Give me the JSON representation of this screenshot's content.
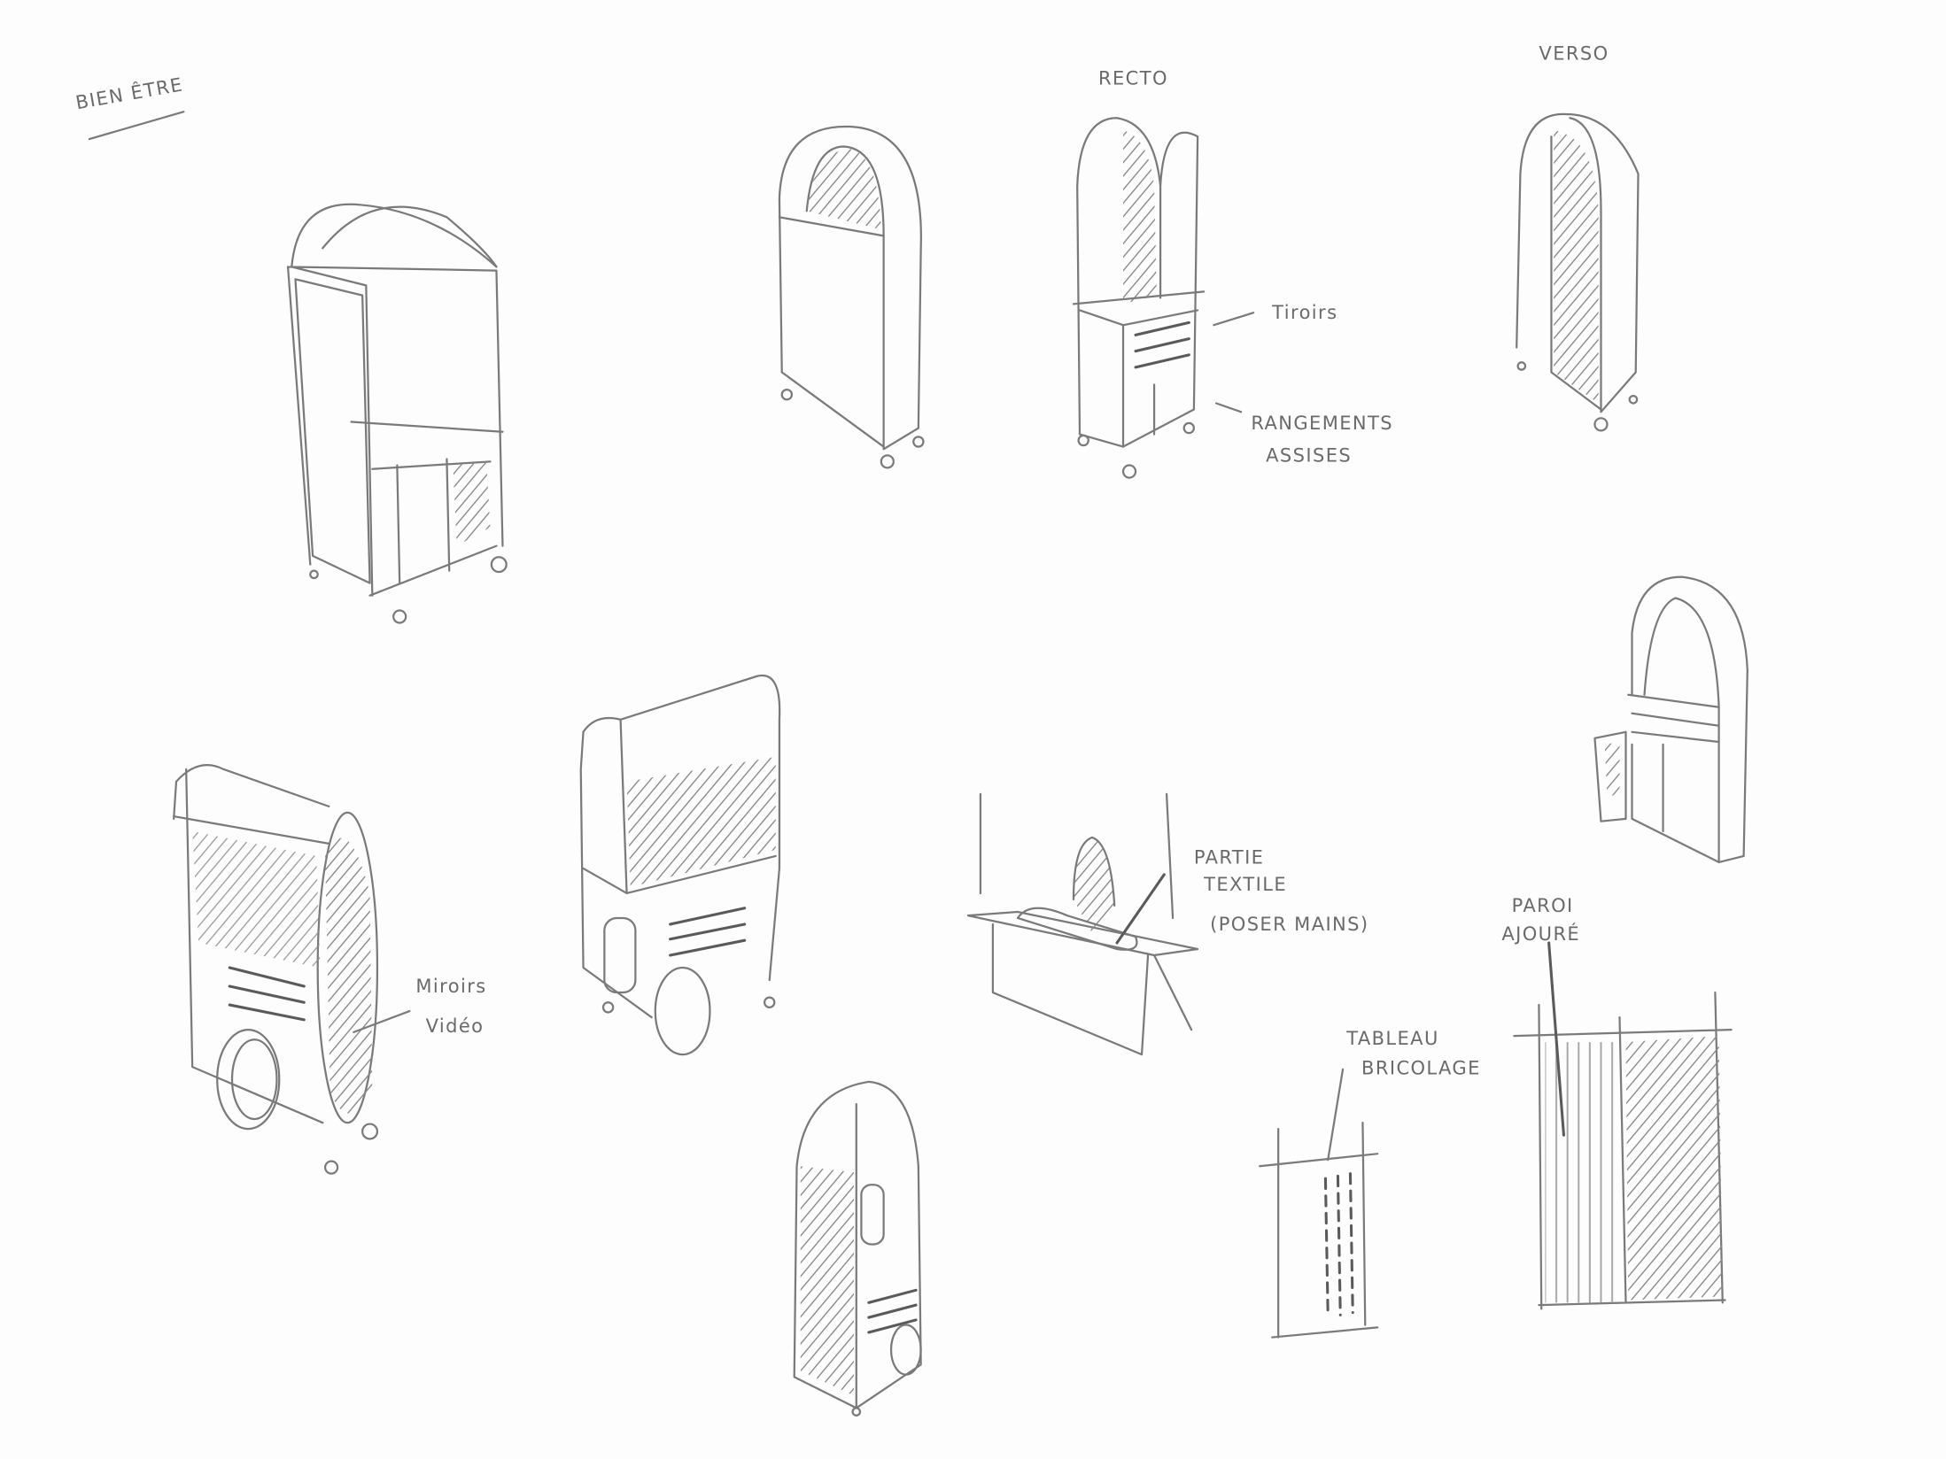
{
  "title": "BIEN ÊTRE",
  "labels": {
    "recto": "RECTO",
    "verso": "VERSO",
    "tiroirs": "Tiroirs",
    "rangements": "RANGEMENTS",
    "assises": "ASSISES",
    "miroirs": "Miroirs",
    "video": "Vidéo",
    "partie": "PARTIE",
    "textile": "TEXTILE",
    "poser_mains": "(POSER MAINS)",
    "tableau": "TABLEAU",
    "bricolage": "BRICOLAGE",
    "paroi": "PAROI",
    "ajoure": "AJOURÉ"
  },
  "colors": {
    "pencil": "#7a7a7a",
    "paper": "#fdfdfd"
  }
}
